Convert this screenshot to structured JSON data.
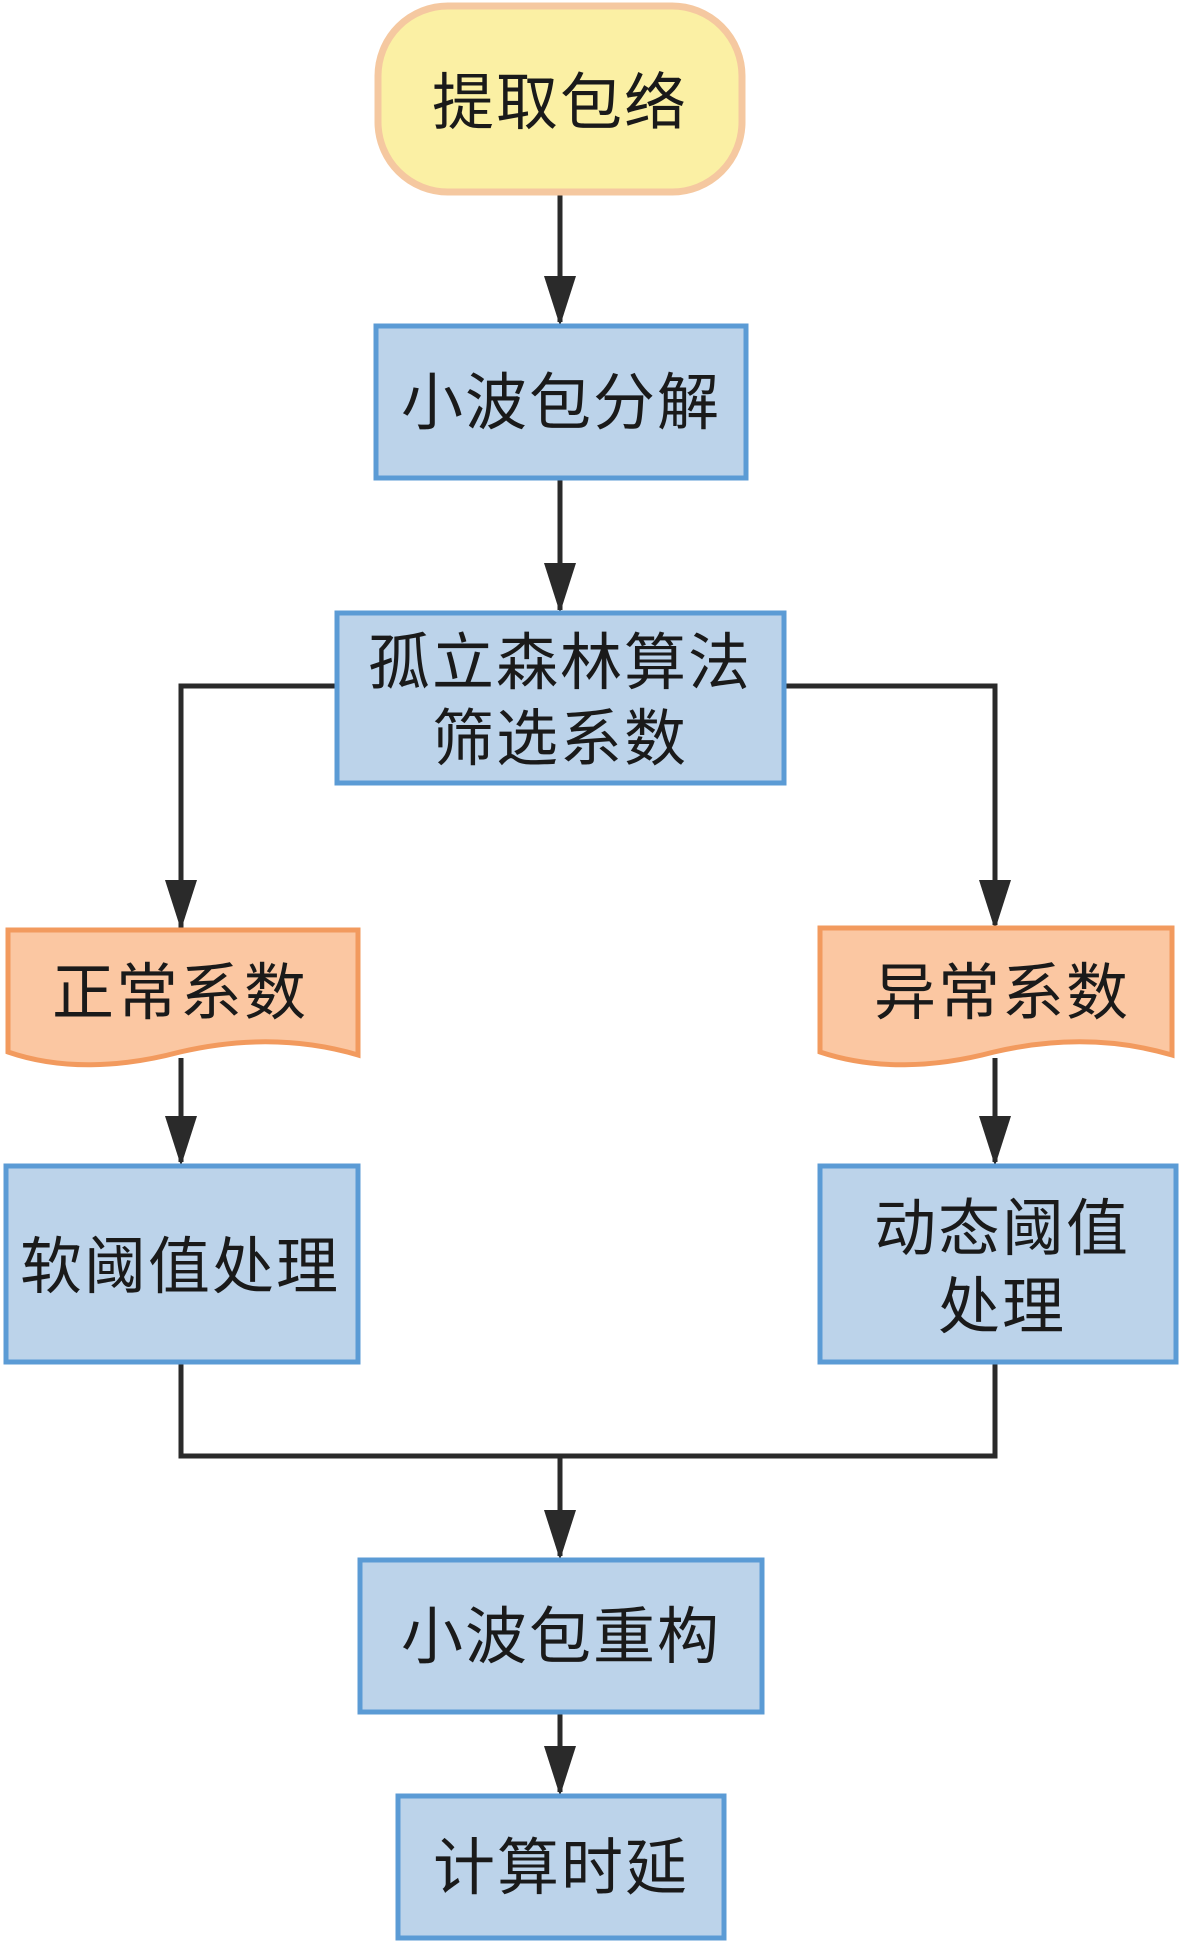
{
  "diagram": {
    "nodes": [
      {
        "id": "extract-envelope",
        "shape": "terminator",
        "lines": [
          "提取包络"
        ]
      },
      {
        "id": "wavelet-decompose",
        "shape": "process",
        "lines": [
          "小波包分解"
        ]
      },
      {
        "id": "isolation-forest",
        "shape": "process",
        "lines": [
          "孤立森林算法",
          "筛选系数"
        ]
      },
      {
        "id": "normal-coef",
        "shape": "document",
        "lines": [
          "正常系数"
        ]
      },
      {
        "id": "abnormal-coef",
        "shape": "document",
        "lines": [
          "异常系数"
        ]
      },
      {
        "id": "soft-threshold",
        "shape": "process",
        "lines": [
          "软阈值处理"
        ]
      },
      {
        "id": "dynamic-threshold",
        "shape": "process",
        "lines": [
          "动态阈值",
          "处理"
        ]
      },
      {
        "id": "wavelet-reconstruct",
        "shape": "process",
        "lines": [
          "小波包重构"
        ]
      },
      {
        "id": "compute-delay",
        "shape": "process",
        "lines": [
          "计算时延"
        ]
      }
    ],
    "colors": {
      "terminator_fill": "#fbf0a4",
      "terminator_border": "#f5c8a0",
      "process_fill": "#bcd3ea",
      "process_border": "#5b9bd5",
      "document_fill": "#fbc7a2",
      "document_border": "#f29a5e",
      "arrow": "#2a2a2a"
    }
  }
}
